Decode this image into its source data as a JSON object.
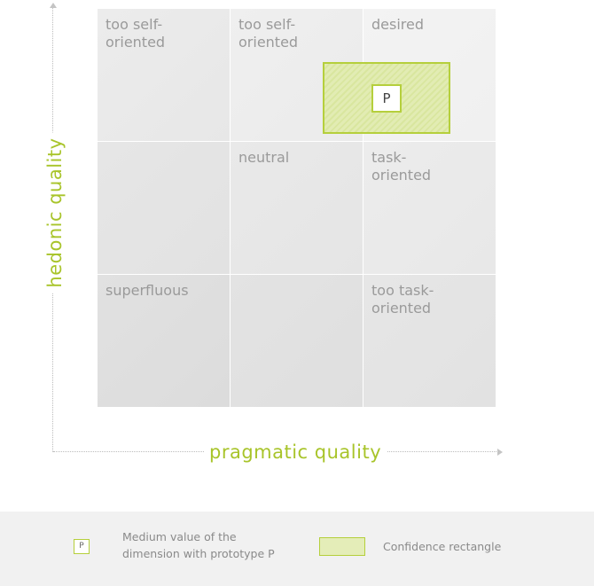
{
  "axes": {
    "x_label": "pragmatic quality",
    "y_label": "hedonic quality"
  },
  "grid": {
    "cells": [
      [
        "too self-\noriented",
        "too self-\noriented",
        "desired"
      ],
      [
        "",
        "neutral",
        "task-\noriented"
      ],
      [
        "superfluous",
        "",
        "too task-\noriented"
      ]
    ]
  },
  "prototype": {
    "label": "P"
  },
  "legend": {
    "prototype_symbol": "P",
    "prototype_line1": "Medium value of the",
    "prototype_line2": "dimension with prototype P",
    "confidence_label": "Confidence rectangle"
  },
  "colors": {
    "accent": "#a8c42a",
    "rect_border": "#b5cf3c",
    "rect_fill": "#dfeaa9",
    "cell_text": "#9a9a9a"
  }
}
